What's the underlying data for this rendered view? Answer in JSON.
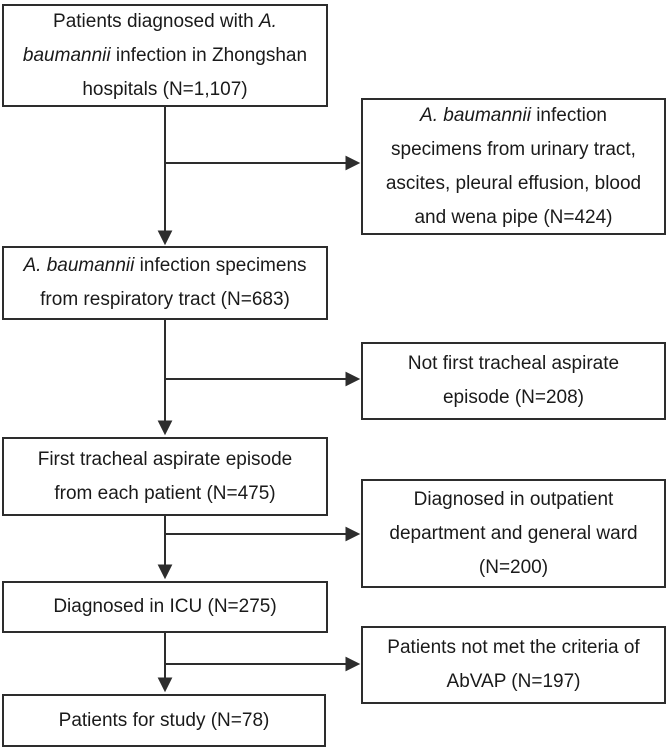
{
  "figure": {
    "type": "flowchart",
    "background": "#ffffff",
    "line_color": "#2d2d2d",
    "text_color": "#1a1a1a"
  },
  "boxes": {
    "total_diagnosed": {
      "n": "1,107",
      "lines": [
        [
          {
            "t": "Patients diagnosed with ",
            "i": false
          },
          {
            "t": "A.",
            "i": true
          }
        ],
        [
          {
            "t": "baumannii",
            "i": true
          },
          {
            "t": " infection in Zhongshan",
            "i": false
          }
        ],
        [
          {
            "t": "hospitals (N=1,107)",
            "i": false
          }
        ]
      ]
    },
    "other_specimens": {
      "n": "424",
      "lines": [
        [
          {
            "t": "A. baumannii",
            "i": true
          },
          {
            "t": " infection",
            "i": false
          }
        ],
        [
          {
            "t": "specimens from urinary tract,",
            "i": false
          }
        ],
        [
          {
            "t": "ascites, pleural effusion, blood",
            "i": false
          }
        ],
        [
          {
            "t": "and wena pipe (N=424)",
            "i": false
          }
        ]
      ]
    },
    "respiratory_specimens": {
      "n": "683",
      "lines": [
        [
          {
            "t": "A. baumannii",
            "i": true
          },
          {
            "t": " infection specimens",
            "i": false
          }
        ],
        [
          {
            "t": "from respiratory tract (N=683)",
            "i": false
          }
        ]
      ]
    },
    "not_first_episode": {
      "n": "208",
      "lines": [
        [
          {
            "t": "Not first tracheal aspirate",
            "i": false
          }
        ],
        [
          {
            "t": "episode (N=208)",
            "i": false
          }
        ]
      ]
    },
    "first_episode": {
      "n": "475",
      "lines": [
        [
          {
            "t": "First tracheal aspirate episode",
            "i": false
          }
        ],
        [
          {
            "t": "from each patient (N=475)",
            "i": false
          }
        ]
      ]
    },
    "outpatient_general_ward": {
      "n": "200",
      "lines": [
        [
          {
            "t": "Diagnosed in outpatient",
            "i": false
          }
        ],
        [
          {
            "t": "department and general ward",
            "i": false
          }
        ],
        [
          {
            "t": "(N=200)",
            "i": false
          }
        ]
      ]
    },
    "icu": {
      "n": "275",
      "lines": [
        [
          {
            "t": "Diagnosed in ICU (N=275)",
            "i": false
          }
        ]
      ]
    },
    "not_abvap": {
      "n": "197",
      "lines": [
        [
          {
            "t": "Patients not met the criteria of",
            "i": false
          }
        ],
        [
          {
            "t": "AbVAP (N=197)",
            "i": false
          }
        ]
      ]
    },
    "study": {
      "n": "78",
      "lines": [
        [
          {
            "t": "Patients for study (N=78)",
            "i": false
          }
        ]
      ]
    }
  }
}
